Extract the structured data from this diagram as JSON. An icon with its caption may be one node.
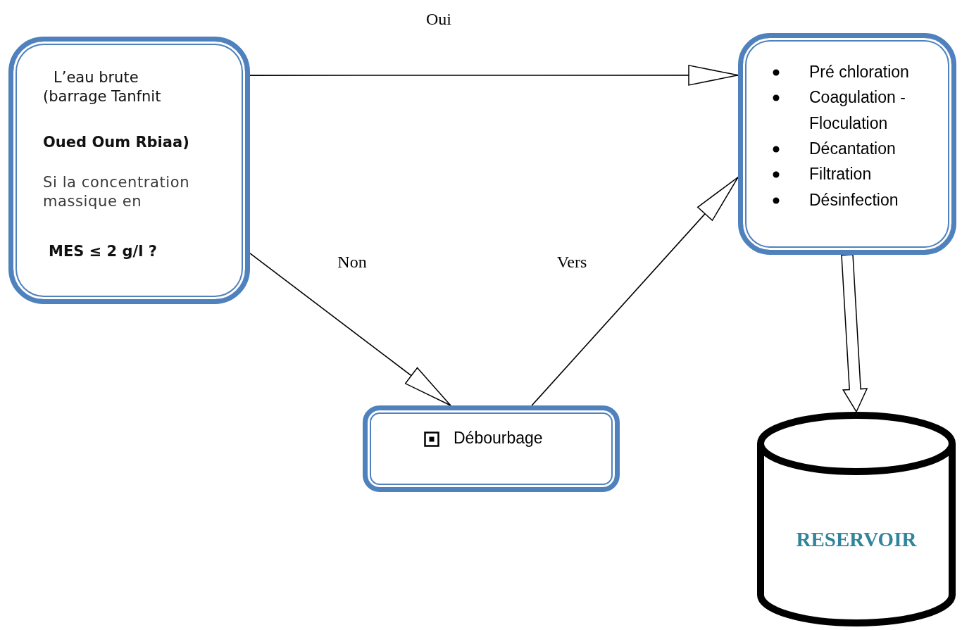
{
  "diagram": {
    "nodes": [
      {
        "text": [
          "L’eau brute (barrage Tanfnit",
          "**Oued Oum Rbiaa**)",
          "Si la concentration massique en",
          "MES ≤ 2 g/l ?"
        ]
      },
      {
        "text": [
          "Pré chloration",
          "Coagulation - Floculation",
          "Décantation",
          "Filtration",
          "Désinfection"
        ]
      },
      {
        "text": [
          "Débourbage"
        ]
      },
      {
        "text": [
          "RESERVOIR"
        ]
      }
    ],
    "edges": [
      {
        "from": 0,
        "to": 1,
        "arrow": "to",
        "label": "Oui"
      },
      {
        "from": 0,
        "to": 2,
        "arrow": "to",
        "label": "Non"
      },
      {
        "from": 2,
        "to": 1,
        "arrow": "to",
        "label": "Vers"
      },
      {
        "from": 1,
        "to": 3,
        "arrow": "to",
        "style": "thick"
      }
    ]
  }
}
